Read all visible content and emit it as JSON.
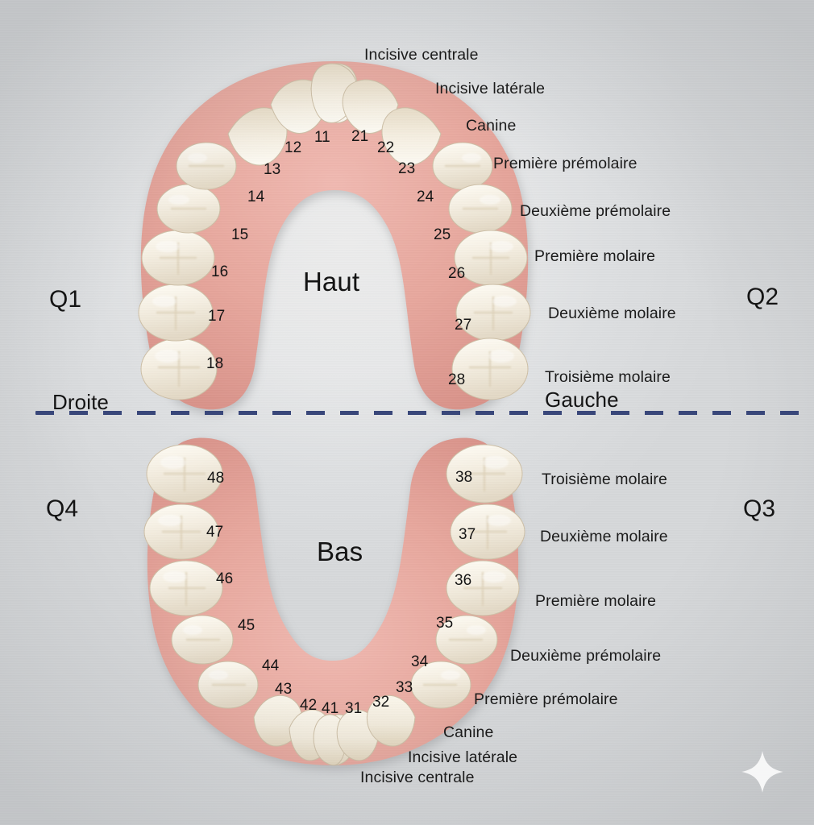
{
  "meta": {
    "title": "Schéma dentaire — numérotation FDI",
    "background_color": "#d4d6d8",
    "divider_color": "#39477a",
    "gum_color": "#e7a79d",
    "tooth_color": "#f3ece0"
  },
  "orientation": {
    "upper_label": "Haut",
    "lower_label": "Bas",
    "right_label": "Droite",
    "left_label": "Gauche"
  },
  "quadrants": [
    {
      "id": "Q1",
      "label": "Q1"
    },
    {
      "id": "Q2",
      "label": "Q2"
    },
    {
      "id": "Q3",
      "label": "Q3"
    },
    {
      "id": "Q4",
      "label": "Q4"
    }
  ],
  "upper_right_labels": [
    {
      "text": "Incisive centrale"
    },
    {
      "text": "Incisive latérale"
    },
    {
      "text": "Canine"
    },
    {
      "text": "Première prémolaire"
    },
    {
      "text": "Deuxième prémolaire"
    },
    {
      "text": "Première molaire"
    },
    {
      "text": "Deuxième molaire"
    },
    {
      "text": "Troisième molaire"
    }
  ],
  "lower_right_labels": [
    {
      "text": "Troisième molaire"
    },
    {
      "text": "Deuxième molaire"
    },
    {
      "text": "Première molaire"
    },
    {
      "text": "Deuxième prémolaire"
    },
    {
      "text": "Première prémolaire"
    },
    {
      "text": "Canine"
    },
    {
      "text": "Incisive latérale"
    },
    {
      "text": "Incisive centrale"
    }
  ],
  "tooth_numbers": {
    "q1": [
      "11",
      "12",
      "13",
      "14",
      "15",
      "16",
      "17",
      "18"
    ],
    "q2": [
      "21",
      "22",
      "23",
      "24",
      "25",
      "26",
      "27",
      "28"
    ],
    "q3": [
      "31",
      "32",
      "33",
      "34",
      "35",
      "36",
      "37",
      "38"
    ],
    "q4": [
      "41",
      "42",
      "43",
      "44",
      "45",
      "46",
      "47",
      "48"
    ]
  },
  "sparkle": {
    "name": "sparkle-watermark"
  }
}
